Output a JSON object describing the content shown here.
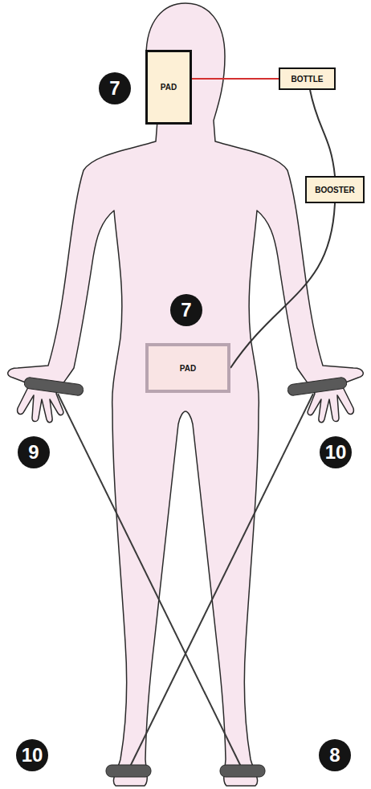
{
  "diagram": {
    "nodes": [
      {
        "text": [
          "PAD"
        ]
      },
      {
        "text": [
          "BOTTLE"
        ]
      },
      {
        "text": [
          "BOOSTER"
        ]
      },
      {
        "text": [
          "PAD"
        ]
      }
    ],
    "edges": [
      {
        "from": 0,
        "to": 1,
        "arrow": "none"
      },
      {
        "from": 1,
        "to": 2,
        "arrow": "none"
      },
      {
        "from": 2,
        "to": 3,
        "arrow": "none"
      }
    ],
    "labels": [
      "7",
      "7",
      "9",
      "10",
      "10",
      "8"
    ]
  }
}
